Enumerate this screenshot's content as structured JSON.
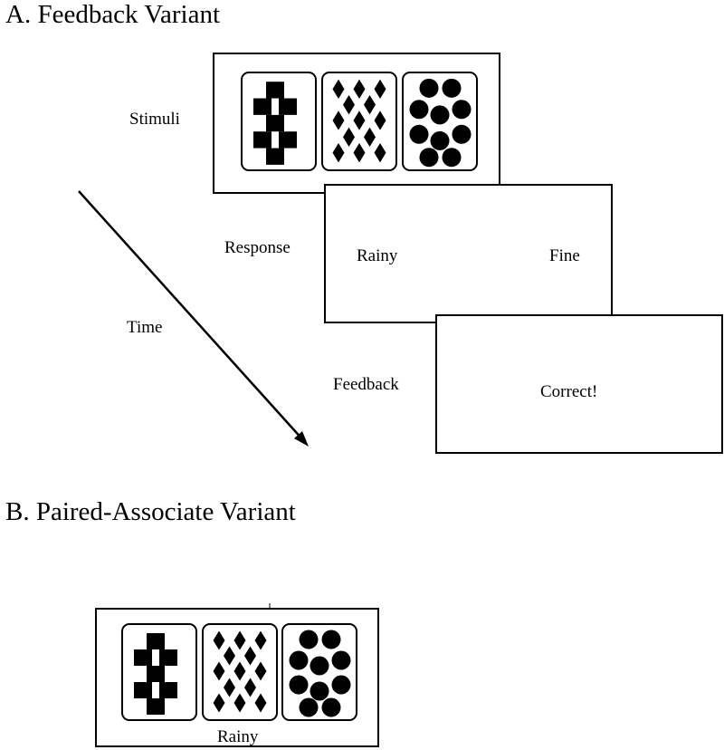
{
  "feedback_variant": {
    "title": "A. Feedback Variant",
    "stimuli_label": "Stimuli",
    "response_label": "Response",
    "feedback_label": "Feedback",
    "time_label": "Time",
    "response_screen": {
      "left_option": "Rainy",
      "right_option": "Fine"
    },
    "feedback_screen": {
      "message": "Correct!"
    },
    "cards": [
      "squares",
      "diamonds",
      "circles"
    ]
  },
  "paired_associate_variant": {
    "title": "B. Paired-Associate Variant",
    "cards": [
      "squares",
      "diamonds",
      "circles"
    ],
    "outcome_label": "Rainy"
  }
}
